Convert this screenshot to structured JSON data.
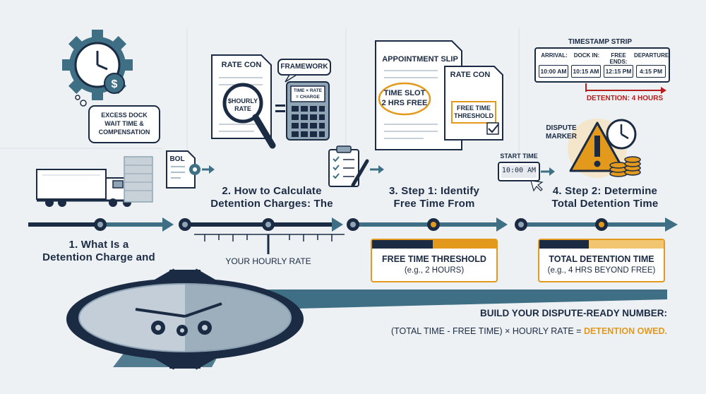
{
  "colors": {
    "navy": "#1b2b44",
    "teal": "#3f6f85",
    "orange": "#e39a1c",
    "red": "#b51f1f",
    "background": "#eef1f4"
  },
  "icons": [
    "clock-gear-dollar-icon",
    "truck-icon",
    "document-rate-con-icon",
    "magnifier-icon",
    "calculator-icon",
    "bol-document-icon",
    "clipboard-checklist-icon",
    "appointment-slip-icon",
    "digital-clock-icon",
    "warning-triangle-icon",
    "coin-stack-icon",
    "large-clock-gears-icon"
  ],
  "section1": {
    "callout": [
      "EXCESS DOCK",
      "WAIT TIME &",
      "COMPENSATION"
    ],
    "heading": [
      "1. What Is a",
      "Detention Charge and"
    ]
  },
  "section2": {
    "rate_con_title": "RATE CON",
    "hourly_rate_lens": [
      "$HOURLY",
      "RATE"
    ],
    "framework_label": "FRAMEWORK",
    "formula_display": [
      "TIME × RATE",
      "= CHARGE"
    ],
    "bol_label": "BOL",
    "heading": [
      "2. How to Calculate",
      "Detention Charges: The"
    ],
    "hourly_rate_label": "YOUR HOURLY RATE"
  },
  "section3": {
    "appointment_slip_title": "APPOINTMENT SLIP",
    "rate_con_title": "RATE CON",
    "time_slot": [
      "TIME SLOT",
      "2 HRS FREE"
    ],
    "free_time_threshold_doc": [
      "FREE TIME",
      "THRESHOLD"
    ],
    "heading": [
      "3. Step 1: Identify",
      "Free Time From"
    ],
    "box_title": "FREE TIME THRESHOLD",
    "box_subtitle": "(e.g., 2 HOURS)"
  },
  "section4": {
    "strip_title": "TIMESTAMP STRIP",
    "timestamps": [
      {
        "label": "ARRIVAL:",
        "value": "10:00 AM"
      },
      {
        "label": "DOCK IN:",
        "value": "10:15 AM"
      },
      {
        "label": "FREE ENDS:",
        "value": "12:15 PM"
      },
      {
        "label": "DEPARTURE:",
        "value": "4:15 PM"
      }
    ],
    "detention_span": "DETENTION: 4 HOURS",
    "dispute_marker": [
      "DISPUTE",
      "MARKER"
    ],
    "start_time_label": "START TIME",
    "start_time_value": "10:00 AM",
    "heading": [
      "4. Step 2: Determine",
      "Total Detention Time"
    ],
    "box_title": "TOTAL DETENTION TIME",
    "box_subtitle": "(e.g., 4 HRS BEYOND FREE)"
  },
  "summary": {
    "heading": "BUILD YOUR DISPUTE-READY NUMBER:",
    "formula": "(TOTAL TIME - FREE TIME) × HOURLY RATE = ",
    "result": "DETENTION OWED."
  }
}
